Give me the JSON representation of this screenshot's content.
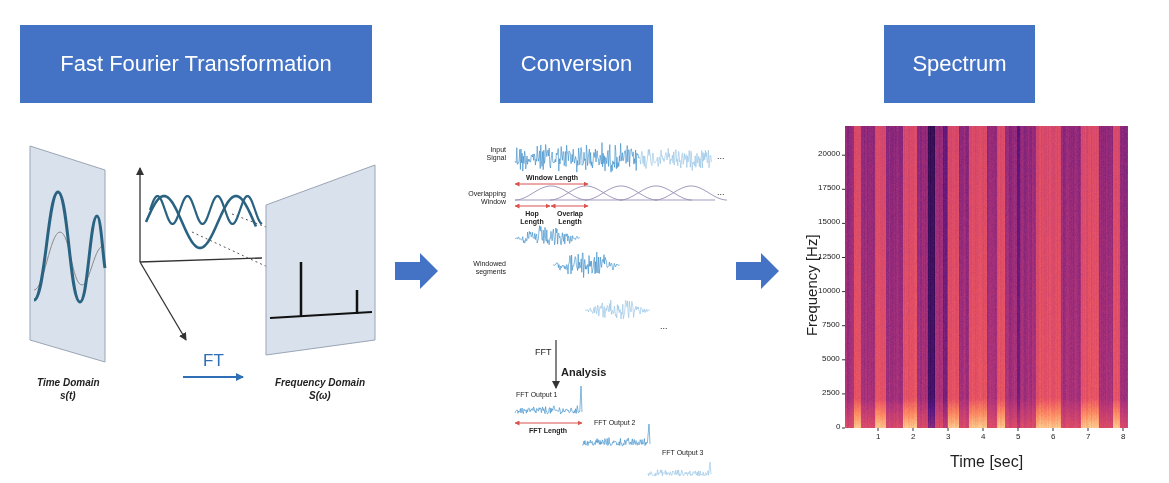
{
  "diagram": {
    "nodes": [
      {
        "text": [
          "Fast Fourier Transformation"
        ]
      },
      {
        "text": [
          "Conversion"
        ]
      },
      {
        "text": [
          "Spectrum"
        ]
      }
    ],
    "labels": [
      "Time Domain",
      "s(t)",
      "FT",
      "Frequency Domain",
      "S(ω)",
      "Input Signal",
      "...",
      "Window Length",
      "Overlapping Window",
      "...",
      "Hop Length",
      "Overlap Length",
      "Windowed segments",
      "...",
      "FFT",
      "Analysis",
      "FFT Output 1",
      "FFT Length",
      "FFT Output 2",
      "FFT Output 3",
      "20000",
      "17500",
      "15000",
      "12500",
      "10000",
      "7500",
      "5000",
      "2500",
      "0",
      "1",
      "2",
      "3",
      "4",
      "5",
      "6",
      "7",
      "8",
      "Frequency [Hz]",
      "Time [sec]"
    ]
  }
}
